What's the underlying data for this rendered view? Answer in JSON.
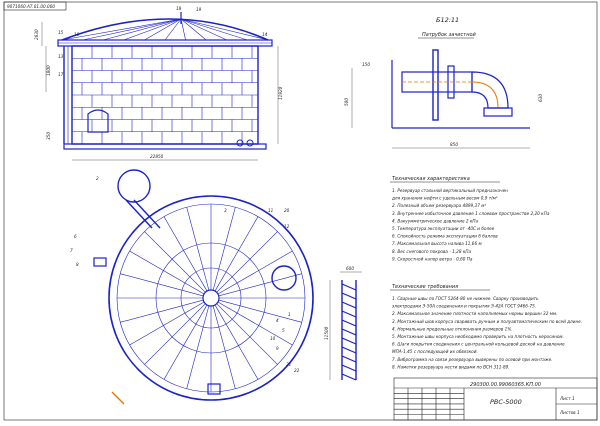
{
  "top_stamp": "9071060.АТ.01.00.000",
  "section": {
    "title": "Б12:11",
    "subtitle": "Патрубок зачистной"
  },
  "dims": {
    "tank_width": "22850",
    "tank_height": "11920",
    "dome_height": "2630",
    "left_a": "1800",
    "left_b": "350",
    "nozzle_w": "850",
    "nozzle_h": "500",
    "nozzle_a": "150",
    "nozzle_b": "630",
    "stair_w": "600",
    "stair_h": "11500"
  },
  "callouts": [
    "18",
    "19",
    "15",
    "16",
    "14",
    "13",
    "17",
    "2",
    "3",
    "11",
    "20",
    "6",
    "7",
    "8",
    "12",
    "4",
    "5",
    "10",
    "9",
    "1",
    "21",
    "22"
  ],
  "tech": {
    "title": "Техническая характеристика",
    "lines": [
      "1. Резервуар стальной вертикальный предназначен",
      "для хранения нефти с удельным весом 0,9 т/м³",
      "2. Полезный объем резервуара 4899,37 м³",
      "3. Внутреннее избыточное давление 1 слоевом пространстве 2,20 кПа",
      "4. Вакуумметрическое давление 2 кПа",
      "5. Температура эксплуатации от -40С и более",
      "6. Спокойность режима эксплуатации 6 баллов",
      "7. Максимальная высота налива 11,66 м",
      "8. Вес снегового покрова - 1,28 кПа",
      "9. Скоростной напор ветра - 0,60 Па"
    ]
  },
  "req": {
    "title": "Технические требования",
    "lines": [
      "1. Сварные швы по ГОСТ 5264-80 не нижнее. Сварку производить",
      "электродами Э-50А соединения и покрытия Э-42А ГОСТ 9466-75.",
      "2. Максимальное значение плотности наполняемых нормы вершин 32 мм.",
      "3. Монтажный шов корпуса сваривать ручным и полуавтоматическим по всей длине.",
      "4. Нормальные предельные отклонения размеров 1%.",
      "5. Монтажные швы корпуса необходимо проверить на плотность керосином.",
      "6. Шаги покрытия соединения с центральной кольцевой доской на давление",
      "МПА-1,45 с последующей их обвязкой.",
      "7. Виброграмма на связи резервуара выверены по осевой при монтаже.",
      "8. Наметки резервуара нести видами по ВСН 311-89."
    ]
  },
  "title_block": {
    "code": "290300.00.99060365.КП.00",
    "name": "РВС-5000",
    "sheet": "Лист 1",
    "sheets": "Листов 1"
  },
  "colors": {
    "line": "#1a22c8",
    "accent": "#e87800",
    "ink": "#222222"
  }
}
